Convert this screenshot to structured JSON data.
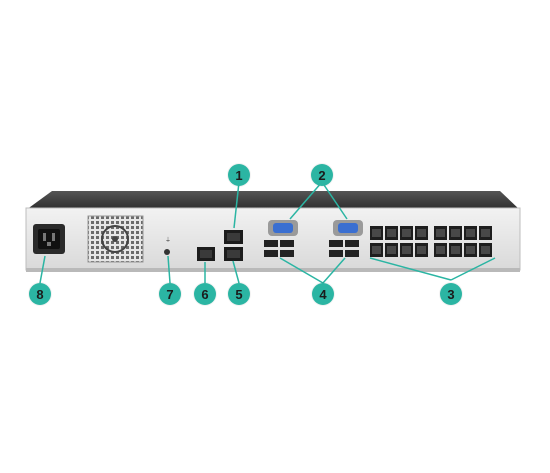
{
  "colors": {
    "teal": "#2bb5a3",
    "chassis_top": "#3c3c3c",
    "chassis_face": "#e8e8e8",
    "vga_blue": "#3a6fd1"
  },
  "callouts": [
    {
      "id": "c1",
      "label": "1",
      "target": "network-ports"
    },
    {
      "id": "c2",
      "label": "2",
      "target": "vga-ports"
    },
    {
      "id": "c3",
      "label": "3",
      "target": "rj45-target-ports"
    },
    {
      "id": "c4",
      "label": "4",
      "target": "usb-ports"
    },
    {
      "id": "c5",
      "label": "5",
      "target": "network-ports"
    },
    {
      "id": "c6",
      "label": "6",
      "target": "setup-port"
    },
    {
      "id": "c7",
      "label": "7",
      "target": "ground-screw"
    },
    {
      "id": "c8",
      "label": "8",
      "target": "power-inlet"
    }
  ]
}
